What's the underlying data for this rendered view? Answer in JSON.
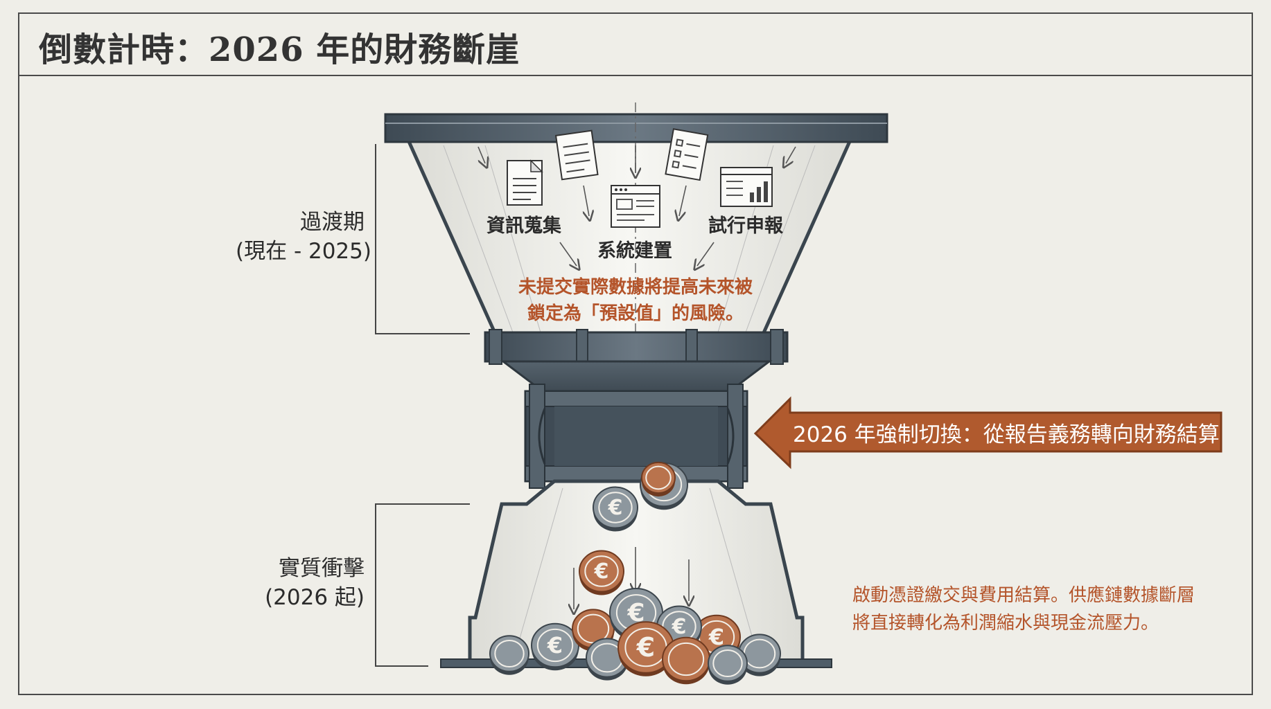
{
  "title": "倒數計時：2026 年的財務斷崖",
  "transition": {
    "label": "過渡期",
    "range": "(現在 - 2025)"
  },
  "steps": [
    {
      "label": "資訊蒐集",
      "icon": "document-icon"
    },
    {
      "label": "系統建置",
      "icon": "browser-window-icon"
    },
    {
      "label": "試行申報",
      "icon": "bar-chart-report-icon"
    }
  ],
  "warning": {
    "line1": "未提交實際數據將提高未來被",
    "line2": "鎖定為「預設值」的風險。"
  },
  "switch_banner": "2026 年強制切換：從報告義務轉向財務結算",
  "impact": {
    "label": "實質衝擊",
    "range": "(2026 起)"
  },
  "impact_note": {
    "line1": "啟動憑證繳交與費用結算。供應鏈數據斷層",
    "line2": "將直接轉化為利潤縮水與現金流壓力。"
  },
  "coin_symbol": "€",
  "colors": {
    "accent": "#b4542a",
    "steel": "#4f5d68",
    "background": "#efeee8"
  }
}
